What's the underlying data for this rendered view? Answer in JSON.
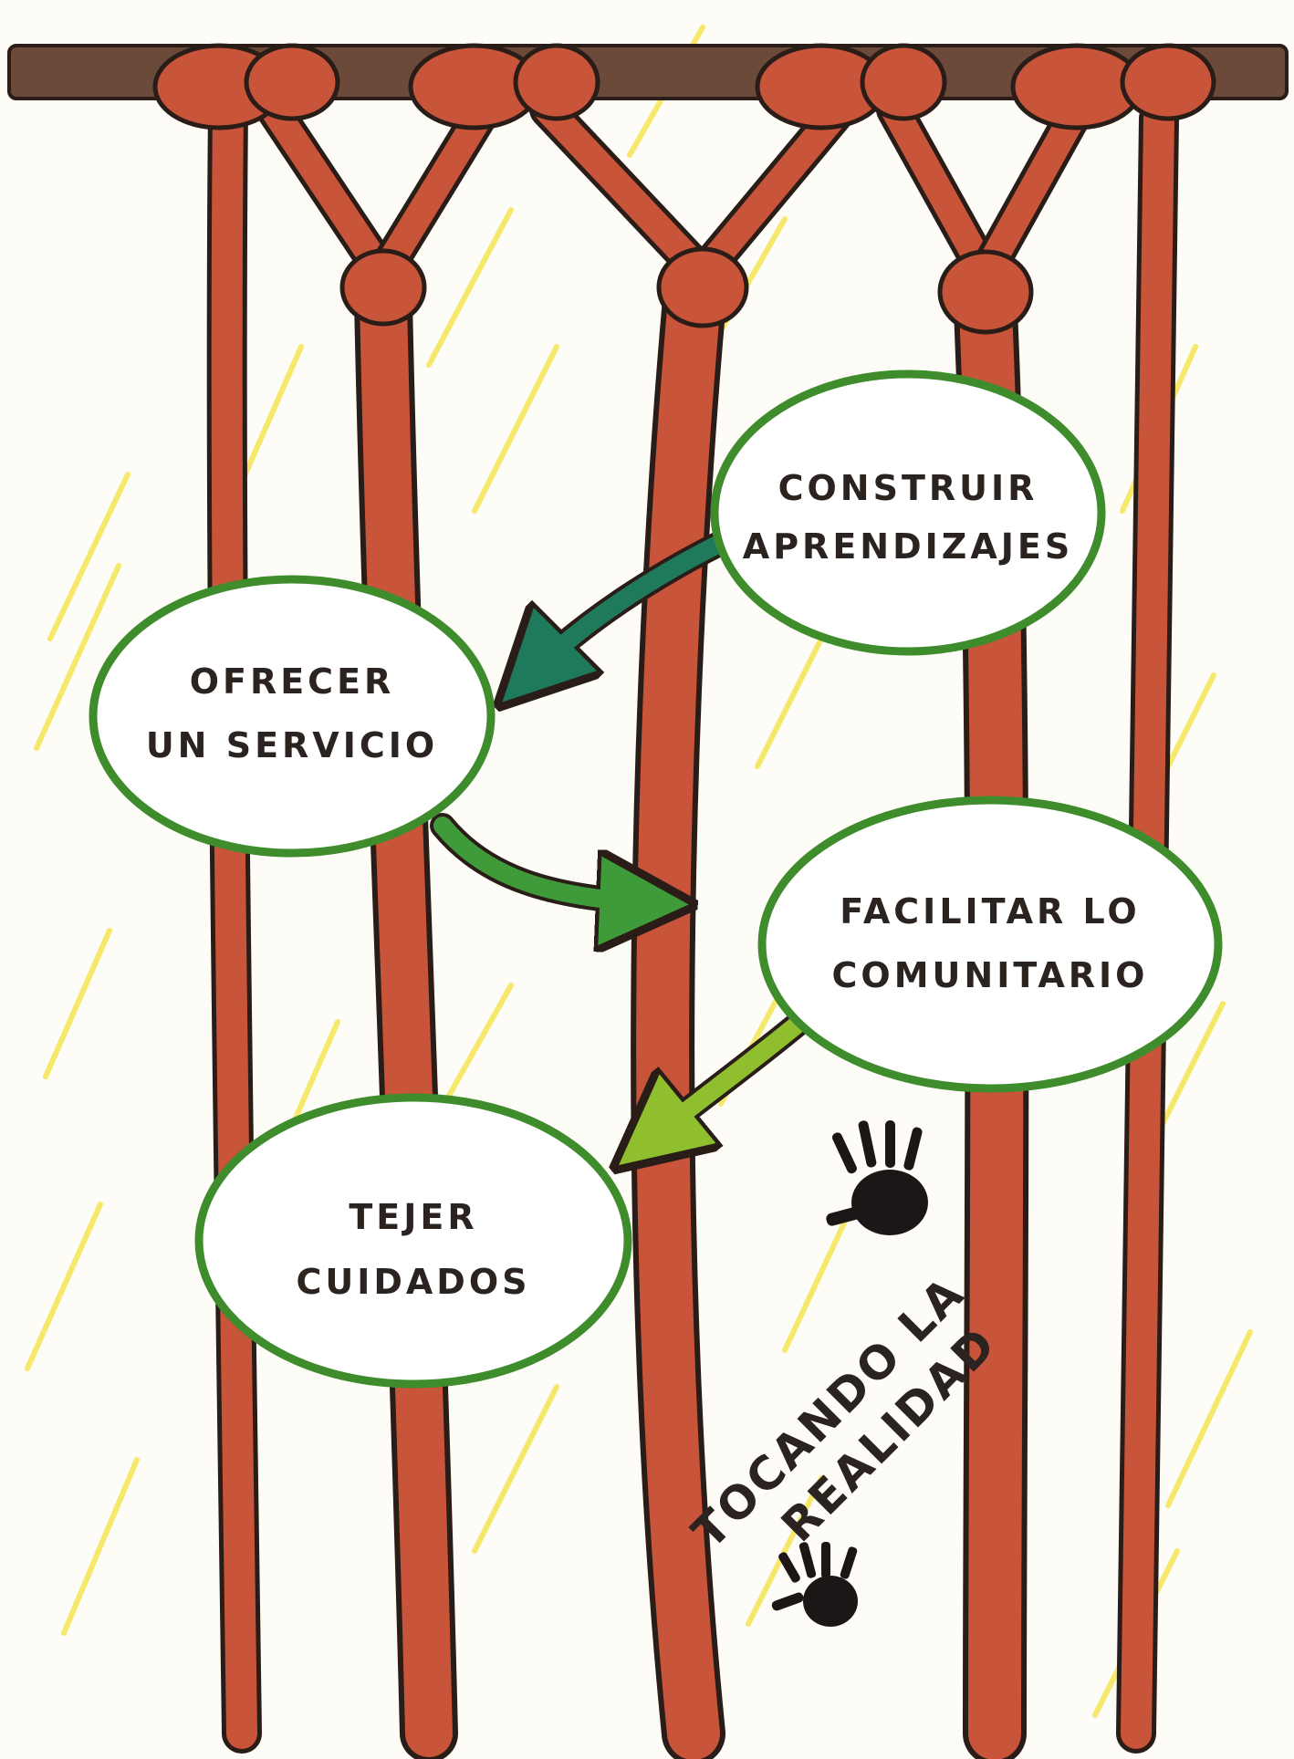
{
  "nodes": [
    {
      "id": "construir",
      "line1": "CONSTRUIR",
      "line2": "APRENDIZAJES"
    },
    {
      "id": "ofrecer",
      "line1": "OFRECER",
      "line2": "UN SERVICIO"
    },
    {
      "id": "facilitar",
      "line1": "FACILITAR LO",
      "line2": "COMUNITARIO"
    },
    {
      "id": "tejer",
      "line1": "TEJER",
      "line2": "CUIDADOS"
    }
  ],
  "edges": [
    {
      "from": "construir",
      "to": "ofrecer",
      "color": "#1f7a5c"
    },
    {
      "from": "ofrecer",
      "to": "facilitar",
      "color": "#3f9a3a"
    },
    {
      "from": "facilitar",
      "to": "tejer",
      "color": "#8fbf2f"
    }
  ],
  "caption": {
    "line1": "TOCANDO LA",
    "line2": "REALIDAD"
  },
  "colors": {
    "rope": "#c8543a",
    "rope_dark": "#a3402b",
    "outline": "#2a1c17",
    "rod": "#6b4a3a",
    "ellipse_border": "#3e8c2c",
    "ellipse_fill": "#ffffff",
    "crayon": "#f3e23c",
    "hand": "#1c1716"
  }
}
